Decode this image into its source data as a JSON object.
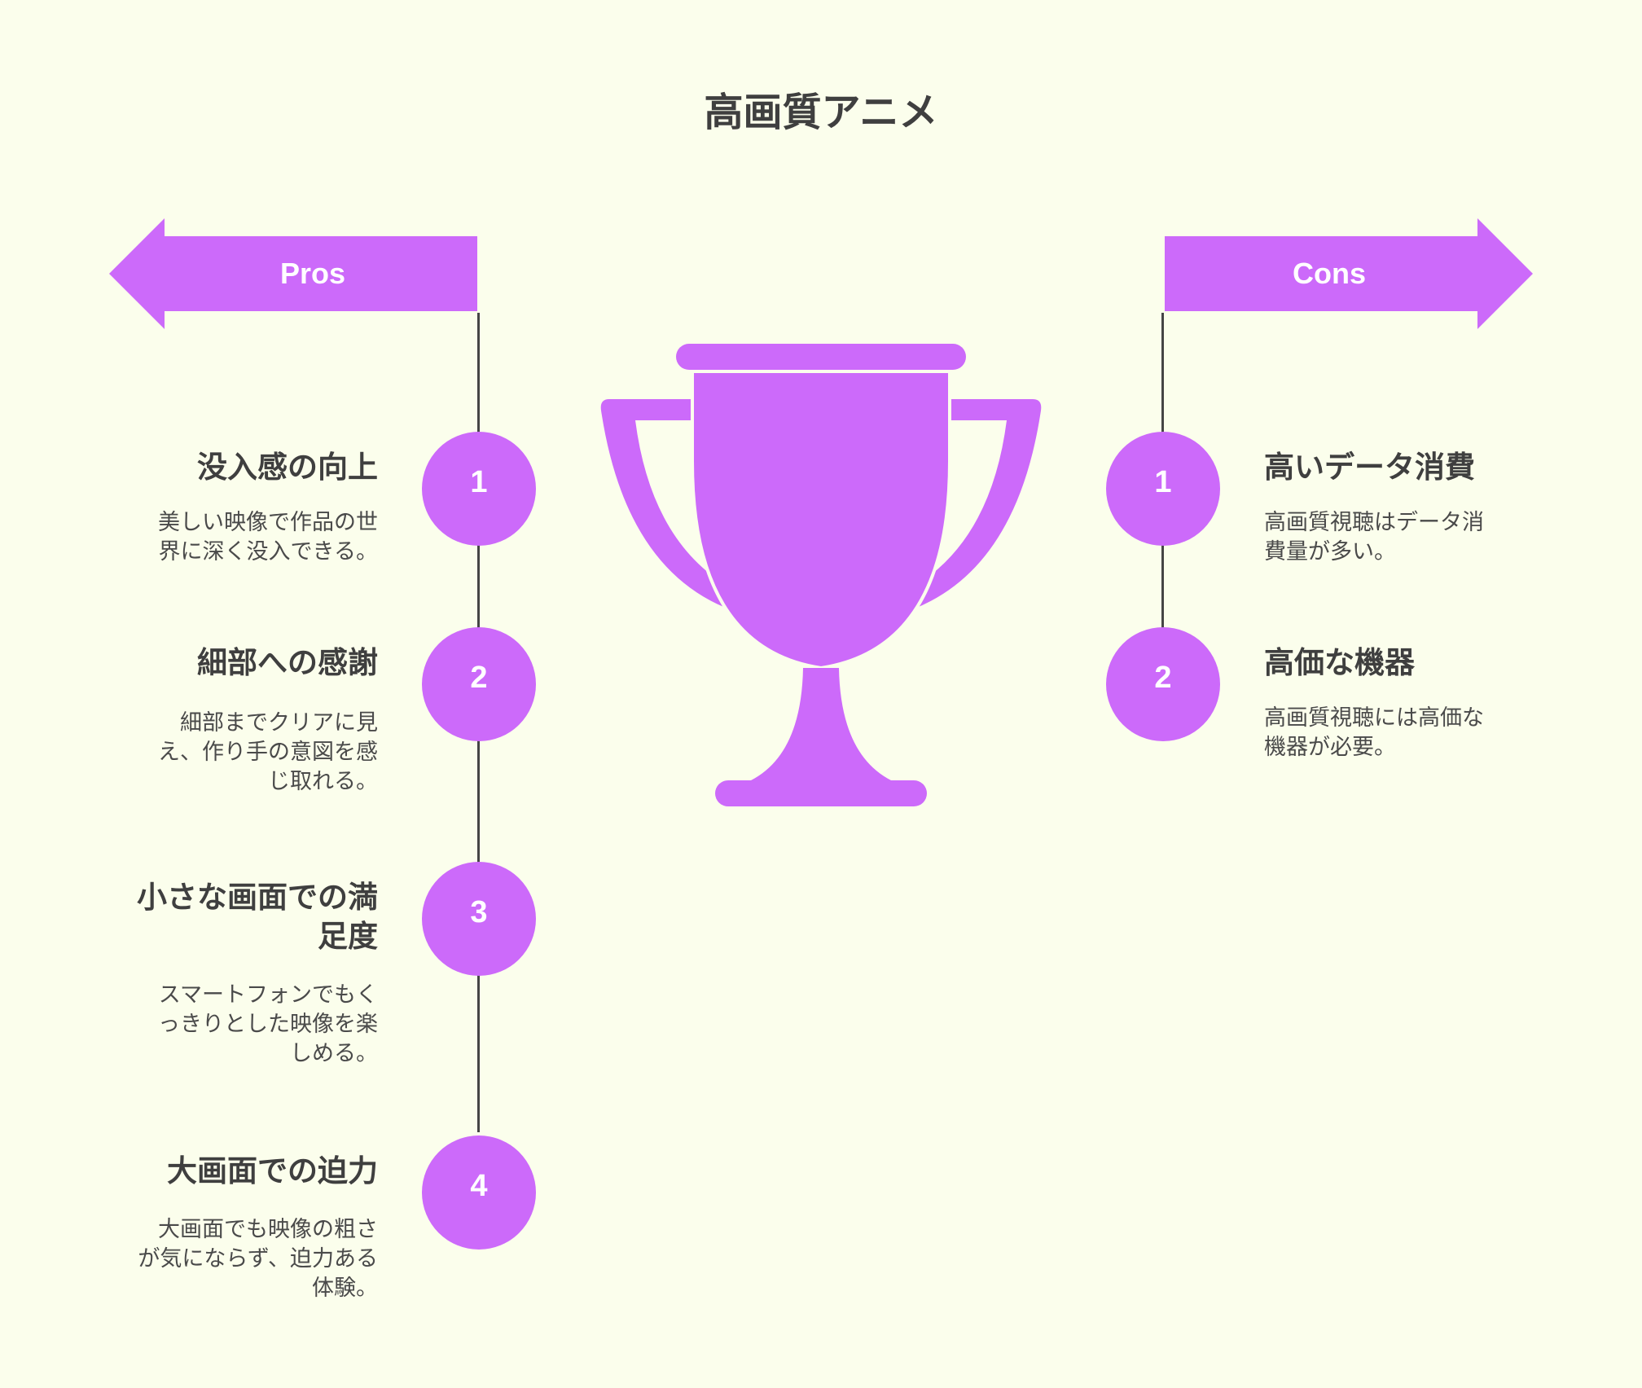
{
  "title": "高画質アニメ",
  "colors": {
    "accent": "#cc6afa",
    "background": "#fbfeec",
    "line": "#454545",
    "text": "#3f3f3f"
  },
  "trophy_icon": "trophy-icon",
  "pros": {
    "label": "Pros",
    "items": [
      {
        "number": "1",
        "title": "没入感の向上",
        "desc_lines": [
          "美しい映像で作品の世",
          "界に深く没入できる。"
        ]
      },
      {
        "number": "2",
        "title": "細部への感謝",
        "desc_lines": [
          "細部までクリアに見",
          "え、作り手の意図を感",
          "じ取れる。"
        ]
      },
      {
        "number": "3",
        "title_lines": [
          "小さな画面での満",
          "足度"
        ],
        "desc_lines": [
          "スマートフォンでもく",
          "っきりとした映像を楽",
          "しめる。"
        ]
      },
      {
        "number": "4",
        "title": "大画面での迫力",
        "desc_lines": [
          "大画面でも映像の粗さ",
          "が気にならず、迫力ある",
          "体験。"
        ]
      }
    ]
  },
  "cons": {
    "label": "Cons",
    "items": [
      {
        "number": "1",
        "title": "高いデータ消費",
        "desc_lines": [
          "高画質視聴はデータ消",
          "費量が多い。"
        ]
      },
      {
        "number": "2",
        "title": "高価な機器",
        "desc_lines": [
          "高画質視聴には高価な",
          "機器が必要。"
        ]
      }
    ]
  }
}
